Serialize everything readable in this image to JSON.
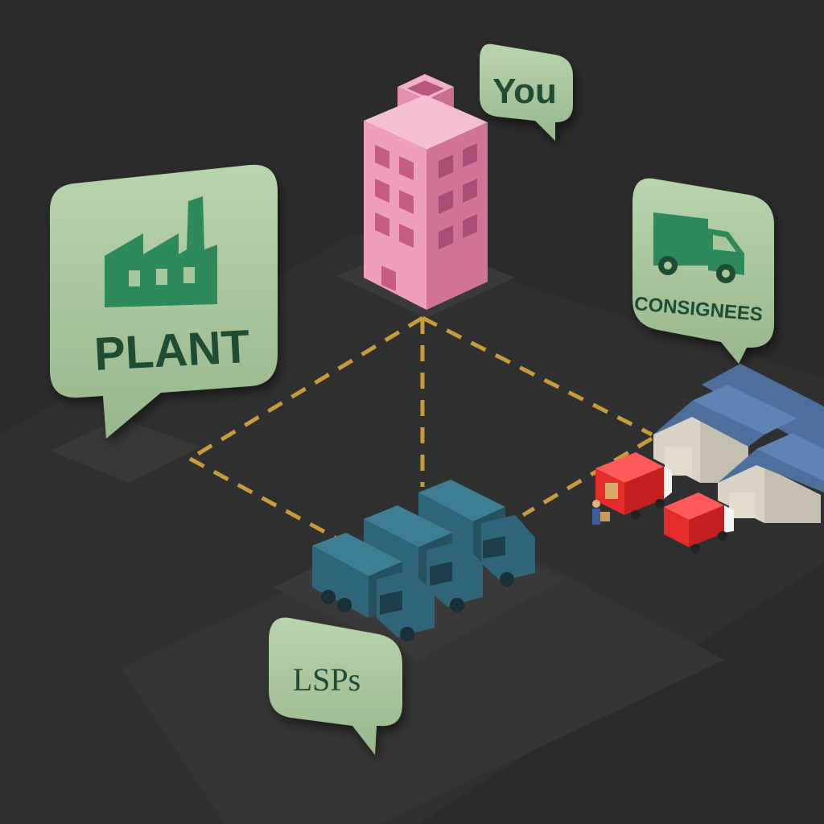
{
  "labels": {
    "you": "You",
    "plant": "PLANT",
    "consignees": "CONSIGNEES",
    "lsps": "LSPs"
  },
  "icons": {
    "plant": "factory-icon",
    "consignees": "delivery-truck-icon"
  },
  "colors": {
    "background": "#2b2b2b",
    "platform": "#333333",
    "bubble": "#a9c79c",
    "bubble_text": "#1e4d33",
    "icon_green": "#2e8a5a",
    "building": "#e58fb0",
    "truck_teal": "#2f6578",
    "container_red": "#e52b2b",
    "warehouse_roof": "#4c6f9c",
    "connector": "#c79a3c"
  }
}
